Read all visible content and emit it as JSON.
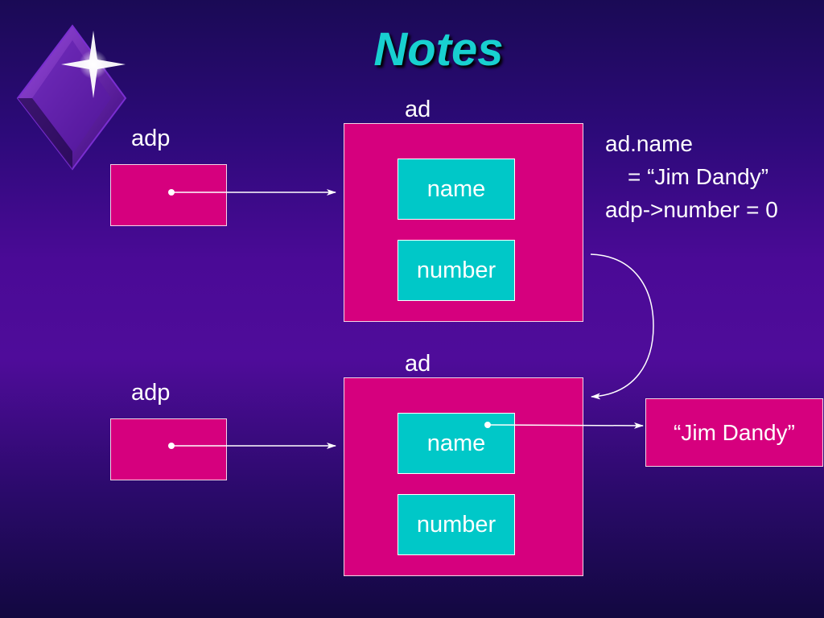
{
  "title": "Notes",
  "top": {
    "adp_label": "adp",
    "ad_label": "ad",
    "field_name": "name",
    "field_number": "number"
  },
  "bottom": {
    "adp_label": "adp",
    "ad_label": "ad",
    "field_name": "name",
    "field_number": "number"
  },
  "notes": {
    "line1": "ad.name",
    "line2": "= “Jim Dandy”",
    "line3": "adp->number = 0"
  },
  "string_box": "“Jim Dandy”",
  "icons": {
    "logo": "diamond-star-icon"
  },
  "colors": {
    "background": "#3a0a85",
    "title": "#18d0d0",
    "struct_box": "#d6007e",
    "field_box": "#00c8c8",
    "line": "#ffffff"
  }
}
